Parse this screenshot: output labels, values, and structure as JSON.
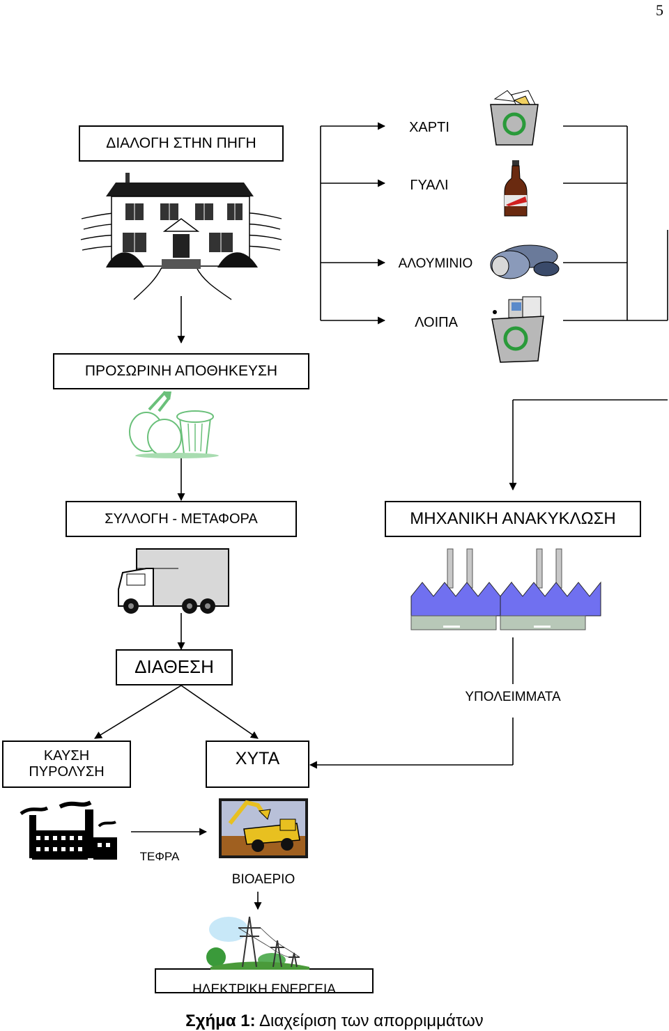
{
  "page_number": "5",
  "source_sorting": "ΔΙΑΛΟΓΗ ΣΤΗΝ ΠΗΓΗ",
  "materials": {
    "paper": "ΧΑΡΤΙ",
    "glass": "ΓΥΑΛΙ",
    "aluminium": "ΑΛΟΥΜΙΝΙΟ",
    "other": "ΛΟΙΠΑ"
  },
  "temporary_storage": "ΠΡΟΣΩΡΙΝΗ ΑΠΟΘΗΚΕΥΣΗ",
  "collection_transport": "ΣΥΛΛΟΓΗ - ΜΕΤΑΦΟΡΑ",
  "mechanical_recycling": "ΜΗΧΑΝΙΚΗ ΑΝΑΚΥΚΛΩΣΗ",
  "disposal": "ΔΙΑΘΕΣΗ",
  "residues": "ΥΠΟΛΕΙΜΜΑΤΑ",
  "incineration": {
    "line1": "ΚΑΥΣΗ",
    "line2": "ΠΥΡΟΛΥΣΗ"
  },
  "landfill": "ΧΥΤΑ",
  "ash": "ΤΕΦΡΑ",
  "biogas": "ΒΙΟΑΕΡΙΟ",
  "electric_energy": "ΗΛΕΚΤΡΙΚΗ ΕΝΕΡΓΕΙΑ",
  "caption": {
    "prefix": "Σχήμα 1:",
    "text": " Διαχείριση των απορριμμάτων"
  },
  "colors": {
    "factory_roof": "#7070f0",
    "storage_green": "#a8dcb0",
    "truck_body": "#d8d8d8",
    "landfill_yellow": "#e8c020"
  }
}
